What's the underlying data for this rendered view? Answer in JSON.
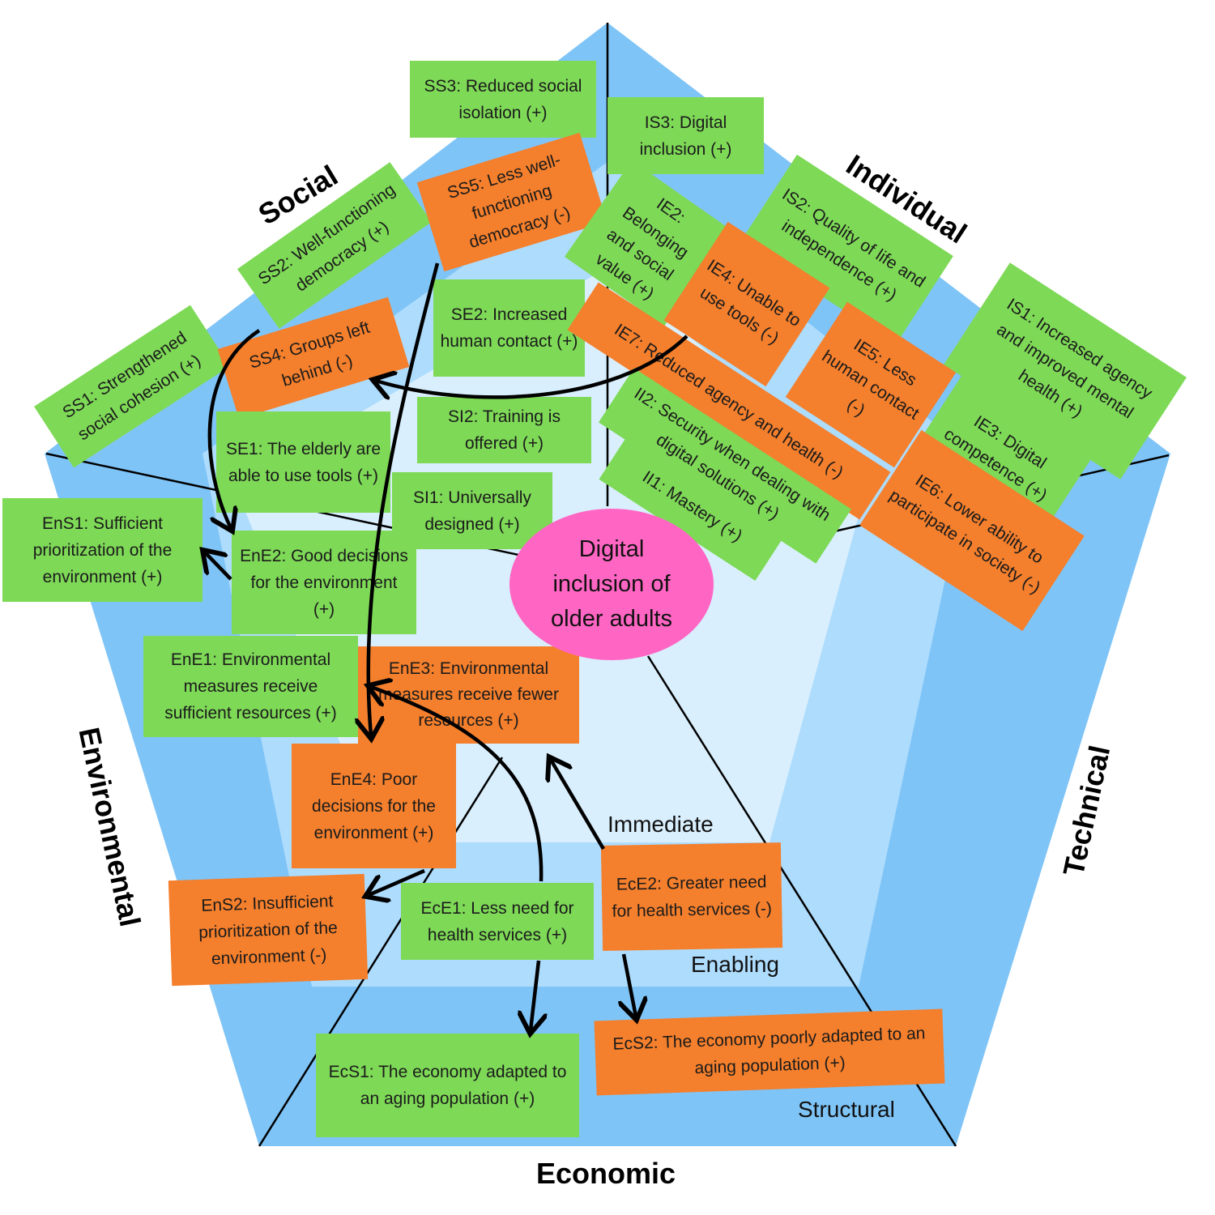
{
  "center": "Digital inclusion of older adults",
  "dimensions": {
    "social": "Social",
    "individual": "Individual",
    "technical": "Technical",
    "economic": "Economic",
    "environmental": "Environmental"
  },
  "layers": {
    "immediate": "Immediate",
    "enabling": "Enabling",
    "structural": "Structural"
  },
  "colors": {
    "positive": "#7ed957",
    "negative": "#f47f2c",
    "center": "#ff66c4",
    "outer": "#7fc4f7",
    "middle": "#aedcfd",
    "inner": "#d9effd"
  },
  "notes": [
    {
      "text": "SS3: Reduced social isolation (+)"
    },
    {
      "text": "IS3: Digital inclusion (+)"
    },
    {
      "text": "SS5: Less well-functioning democracy (-)"
    },
    {
      "text": "SS2: Well-functioning democracy (+)"
    },
    {
      "text": "IE2: Belonging and social value (+)"
    },
    {
      "text": "IS2: Quality of life and independence (+)"
    },
    {
      "text": "IE4: Unable to use tools (-)"
    },
    {
      "text": "SE2: Increased human contact (+)"
    },
    {
      "text": "SS4: Groups left behind (-)"
    },
    {
      "text": "SS1: Strengthened social cohesion (+)"
    },
    {
      "text": "IE7: Reduced agency and health (-)"
    },
    {
      "text": "IE5: Less human contact (-)"
    },
    {
      "text": "IS1: Increased agency and improved mental health (+)"
    },
    {
      "text": "SI2: Training is offered (+)"
    },
    {
      "text": "SE1: The elderly are able to use tools (+)"
    },
    {
      "text": "II2: Security when dealing with digital solutions (+)"
    },
    {
      "text": "IE3: Digital competence (+)"
    },
    {
      "text": "IE6: Lower ability to participate in society (-)"
    },
    {
      "text": "II1: Mastery (+)"
    },
    {
      "text": "EnS1: Sufficient prioritization of the environment (+)"
    },
    {
      "text": "SI1: Universally designed (+)"
    },
    {
      "text": "EnE2: Good decisions for the environment (+)"
    },
    {
      "text": "EnE1: Environmental measures receive sufficient resources (+)"
    },
    {
      "text": "EnE3: Environmental measures receive fewer resources (+)"
    },
    {
      "text": "EnE4: Poor decisions for the environment (+)"
    },
    {
      "text": "EnS2: Insufficient prioritization of the environment (-)"
    },
    {
      "text": "EcE1: Less need for health services (+)"
    },
    {
      "text": "EcE2: Greater need for health services (-)"
    },
    {
      "text": "EcS1: The economy adapted to an aging population (+)"
    },
    {
      "text": "EcS2: The economy poorly adapted to an aging population (+)"
    }
  ]
}
